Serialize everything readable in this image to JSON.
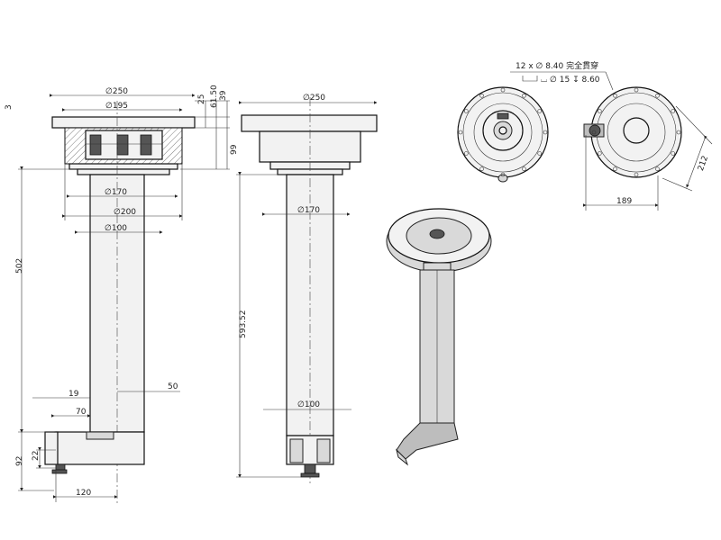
{
  "drawing": {
    "front_view": {
      "top_dims": [
        "3",
        "∅250",
        "∅195",
        "25",
        "61.50",
        "39"
      ],
      "middle_dims": [
        "∅170",
        "∅200",
        "∅100",
        "99"
      ],
      "left_dims": [
        "502",
        "92",
        "22"
      ],
      "bottom_dims": [
        "19",
        "70",
        "50",
        "120"
      ]
    },
    "side_view": {
      "dims": [
        "∅250",
        "∅170",
        "593.52",
        "∅100"
      ]
    },
    "top_view": {
      "note_line1": "12 x ∅ 8.40 完全貫穿",
      "note_line2": "⌴ ∅ 15 ↧ 8.60",
      "dims": [
        "212",
        "189"
      ]
    }
  }
}
